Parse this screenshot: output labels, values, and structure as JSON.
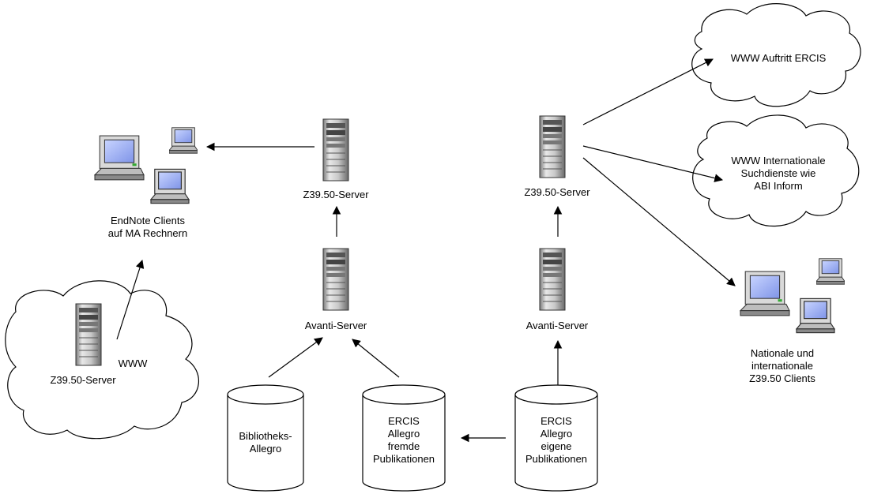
{
  "diagram": {
    "clients_left": {
      "label": [
        "EndNote Clients",
        "auf MA Rechnern"
      ]
    },
    "web_server": {
      "server_label": "Z39.50-Server",
      "network_label": "WWW"
    },
    "z3950_middle": {
      "label": "Z39.50-Server"
    },
    "avanti_middle": {
      "label": "Avanti-Server"
    },
    "z3950_right": {
      "label": "Z39.50-Server"
    },
    "avanti_right": {
      "label": "Avanti-Server"
    },
    "db_bibliotheks": {
      "label": [
        "Bibliotheks-",
        "Allegro"
      ]
    },
    "db_fremde": {
      "label": [
        "ERCIS",
        "Allegro",
        "fremde",
        "Publikationen"
      ]
    },
    "db_eigene": {
      "label": [
        "ERCIS",
        "Allegro",
        "eigene",
        "Publikationen"
      ]
    },
    "cloud_ercis": {
      "label": [
        "WWW Auftritt ERCIS"
      ]
    },
    "cloud_intl": {
      "label": [
        "WWW Internationale",
        "Suchdienste wie",
        "ABI Inform"
      ]
    },
    "clients_right": {
      "label": [
        "Nationale und",
        "internationale",
        "Z39.50 Clients"
      ]
    }
  }
}
